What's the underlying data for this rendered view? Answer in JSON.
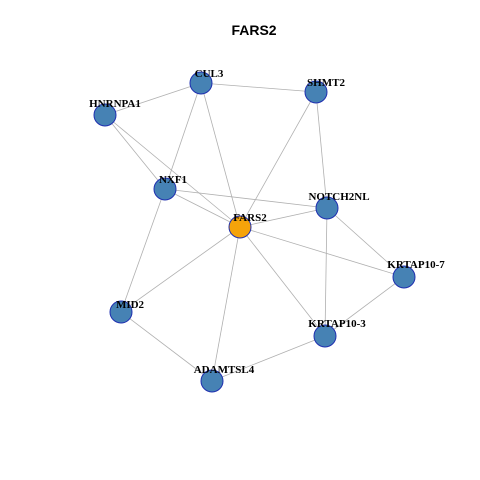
{
  "title": "FARS2",
  "colors": {
    "hub": "#f5a30a",
    "node": "#4682b4",
    "node_border": "#1f2fb0",
    "edge": "#b0b0b0"
  },
  "nodes": [
    {
      "id": "FARS2",
      "label": "FARS2",
      "hub": true
    },
    {
      "id": "CUL3",
      "label": "CUL3",
      "hub": false
    },
    {
      "id": "SHMT2",
      "label": "SHMT2",
      "hub": false
    },
    {
      "id": "HNRNPA1",
      "label": "HNRNPA1",
      "hub": false
    },
    {
      "id": "NXF1",
      "label": "NXF1",
      "hub": false
    },
    {
      "id": "NOTCH2NL",
      "label": "NOTCH2NL",
      "hub": false
    },
    {
      "id": "KRTAP10-7",
      "label": "KRTAP10-7",
      "hub": false
    },
    {
      "id": "MID2",
      "label": "MID2",
      "hub": false
    },
    {
      "id": "KRTAP10-3",
      "label": "KRTAP10-3",
      "hub": false
    },
    {
      "id": "ADAMTSL4",
      "label": "ADAMTSL4",
      "hub": false
    }
  ],
  "edges": [
    [
      "CUL3",
      "HNRNPA1"
    ],
    [
      "CUL3",
      "SHMT2"
    ],
    [
      "CUL3",
      "NXF1"
    ],
    [
      "CUL3",
      "FARS2"
    ],
    [
      "SHMT2",
      "FARS2"
    ],
    [
      "SHMT2",
      "NOTCH2NL"
    ],
    [
      "HNRNPA1",
      "NXF1"
    ],
    [
      "HNRNPA1",
      "FARS2"
    ],
    [
      "NXF1",
      "FARS2"
    ],
    [
      "NXF1",
      "NOTCH2NL"
    ],
    [
      "NXF1",
      "MID2"
    ],
    [
      "NOTCH2NL",
      "FARS2"
    ],
    [
      "NOTCH2NL",
      "KRTAP10-7"
    ],
    [
      "NOTCH2NL",
      "KRTAP10-3"
    ],
    [
      "FARS2",
      "KRTAP10-7"
    ],
    [
      "FARS2",
      "KRTAP10-3"
    ],
    [
      "FARS2",
      "MID2"
    ],
    [
      "FARS2",
      "ADAMTSL4"
    ],
    [
      "KRTAP10-7",
      "KRTAP10-3"
    ],
    [
      "MID2",
      "ADAMTSL4"
    ],
    [
      "KRTAP10-3",
      "ADAMTSL4"
    ]
  ]
}
